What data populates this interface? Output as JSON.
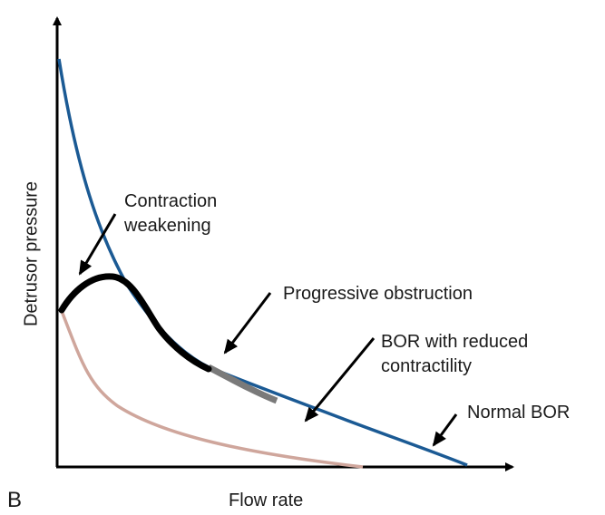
{
  "figure": {
    "panel_label": "B",
    "y_axis_label": "Detrusor pressure",
    "x_axis_label": "Flow rate"
  },
  "annotations": {
    "contraction_weakening": [
      "Contraction",
      "weakening"
    ],
    "progressive_obstruction": "Progressive obstruction",
    "bor_reduced_contractility": [
      "BOR with reduced",
      "contractility"
    ],
    "normal_bor": "Normal BOR"
  },
  "colors": {
    "normal_bor_curve": "#1b5a94",
    "baseline_curve": "#cfa69c",
    "contraction_curve": "#000000",
    "obstruction_segment": "#7a7a7a",
    "axes": "#000000",
    "text": "#1a1a1a"
  }
}
